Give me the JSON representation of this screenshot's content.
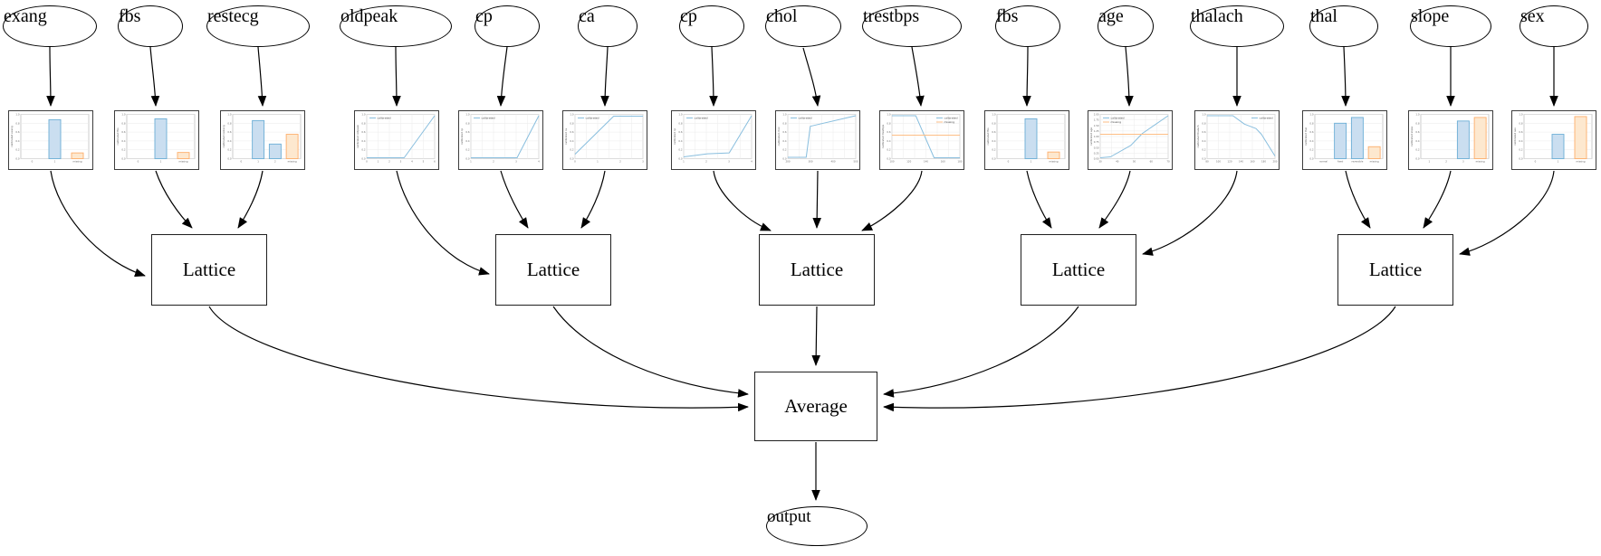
{
  "diagram": {
    "inputs": [
      {
        "label": "exang"
      },
      {
        "label": "fbs"
      },
      {
        "label": "restecg"
      },
      {
        "label": "oldpeak"
      },
      {
        "label": "cp"
      },
      {
        "label": "ca"
      },
      {
        "label": "cp"
      },
      {
        "label": "chol"
      },
      {
        "label": "trestbps"
      },
      {
        "label": "fbs"
      },
      {
        "label": "age"
      },
      {
        "label": "thalach"
      },
      {
        "label": "thal"
      },
      {
        "label": "slope"
      },
      {
        "label": "sex"
      }
    ],
    "lattices": [
      {
        "label": "Lattice"
      },
      {
        "label": "Lattice"
      },
      {
        "label": "Lattice"
      },
      {
        "label": "Lattice"
      },
      {
        "label": "Lattice"
      }
    ],
    "average": {
      "label": "Average"
    },
    "output": {
      "label": "output"
    },
    "colors": {
      "blue_edge": "#6baed6",
      "blue_fill": "#cadef0",
      "orange_edge": "#fdae6b",
      "orange_fill": "#fde8cf",
      "line_blue": "#88bede",
      "line_orange": "#fdbe85",
      "grid": "#ebebeb",
      "frame": "#aaaaaa",
      "tick_text": "#666666",
      "arrow": "#000000"
    }
  },
  "chart_data": [
    {
      "type": "bar",
      "feature": "exang",
      "ylabel": "calibrated exang",
      "yticks": [
        "1.0",
        "0.8",
        "0.6",
        "0.4",
        "0.2",
        "0.0"
      ],
      "xticks": [
        "0",
        "1",
        "missing"
      ],
      "legend": [],
      "legend_pos": "tl",
      "bars": [
        {
          "slot": 1,
          "h": 0.88,
          "c": "blue"
        },
        {
          "slot": 2,
          "h": 0.13,
          "c": "orange"
        }
      ]
    },
    {
      "type": "bar",
      "feature": "fbs",
      "ylabel": "calibrated fbs",
      "yticks": [
        "1.0",
        "0.8",
        "0.6",
        "0.4",
        "0.2",
        "0.0"
      ],
      "xticks": [
        "0",
        "1",
        "missing"
      ],
      "legend": [],
      "legend_pos": "tl",
      "bars": [
        {
          "slot": 1,
          "h": 0.9,
          "c": "blue"
        },
        {
          "slot": 2,
          "h": 0.14,
          "c": "orange"
        }
      ]
    },
    {
      "type": "bar",
      "feature": "restecg",
      "ylabel": "calibrated restecg",
      "yticks": [
        "1.0",
        "0.8",
        "0.6",
        "0.4",
        "0.2",
        "0.0"
      ],
      "xticks": [
        "0",
        "1",
        "2",
        "missing"
      ],
      "legend": [],
      "legend_pos": "tl",
      "bars": [
        {
          "slot": 1,
          "h": 0.86,
          "c": "blue"
        },
        {
          "slot": 2,
          "h": 0.33,
          "c": "blue"
        },
        {
          "slot": 3,
          "h": 0.55,
          "c": "orange"
        }
      ]
    },
    {
      "type": "line",
      "feature": "oldpeak",
      "ylabel": "calibrated oldpeak",
      "yticks": [
        "1.0",
        "0.8",
        "0.6",
        "0.4",
        "0.2",
        "0.0"
      ],
      "xticks": [
        "0",
        "1",
        "2",
        "3",
        "4",
        "5",
        "6"
      ],
      "legend": [
        "calibrated"
      ],
      "legend_pos": "tl",
      "series": [
        {
          "c": "line_blue",
          "pts": [
            [
              0,
              0.02
            ],
            [
              0.55,
              0.02
            ],
            [
              1,
              0.97
            ]
          ]
        }
      ]
    },
    {
      "type": "line",
      "feature": "cp",
      "ylabel": "calibrated cp",
      "yticks": [
        "1.0",
        "0.8",
        "0.6",
        "0.4",
        "0.2",
        "0.0"
      ],
      "xticks": [
        "1",
        "2",
        "3",
        "4"
      ],
      "legend": [
        "calibrated"
      ],
      "legend_pos": "tl",
      "series": [
        {
          "c": "line_blue",
          "pts": [
            [
              0,
              0.02
            ],
            [
              0.68,
              0.02
            ],
            [
              1,
              0.97
            ]
          ]
        }
      ]
    },
    {
      "type": "line",
      "feature": "ca",
      "ylabel": "calibrated ca",
      "yticks": [
        "1.0",
        "0.8",
        "0.6",
        "0.4",
        "0.2",
        "0.0"
      ],
      "xticks": [
        "0",
        "1",
        "2",
        "3"
      ],
      "legend": [
        "calibrated"
      ],
      "legend_pos": "tl",
      "series": [
        {
          "c": "line_blue",
          "pts": [
            [
              0,
              0.1
            ],
            [
              0.57,
              0.96
            ],
            [
              1,
              0.96
            ]
          ]
        }
      ]
    },
    {
      "type": "line",
      "feature": "cp",
      "ylabel": "calibrated cp",
      "yticks": [
        "1.0",
        "0.8",
        "0.6",
        "0.4",
        "0.2",
        "0.0"
      ],
      "xticks": [
        "1",
        "2",
        "3",
        "4"
      ],
      "legend": [
        "calibrated"
      ],
      "legend_pos": "tl",
      "series": [
        {
          "c": "line_blue",
          "pts": [
            [
              0,
              0.04
            ],
            [
              0.35,
              0.11
            ],
            [
              0.67,
              0.13
            ],
            [
              1,
              0.97
            ]
          ]
        }
      ]
    },
    {
      "type": "line",
      "feature": "chol",
      "ylabel": "calibrated chol",
      "yticks": [
        "1.0",
        "0.8",
        "0.6",
        "0.4",
        "0.2",
        "0.0"
      ],
      "xticks": [
        "200",
        "300",
        "400",
        "500"
      ],
      "legend": [
        "calibrated"
      ],
      "legend_pos": "tl",
      "series": [
        {
          "c": "line_blue",
          "pts": [
            [
              0,
              0.03
            ],
            [
              0.27,
              0.03
            ],
            [
              0.33,
              0.73
            ],
            [
              1,
              0.97
            ]
          ]
        }
      ]
    },
    {
      "type": "line",
      "feature": "trestbps",
      "ylabel": "calibrated trestbps",
      "yticks": [
        "1.0",
        "0.8",
        "0.6",
        "0.4",
        "0.2",
        "0.0"
      ],
      "xticks": [
        "100",
        "120",
        "140",
        "160",
        "180"
      ],
      "legend": [
        "calibrated",
        "missing"
      ],
      "legend_pos": "tr",
      "series": [
        {
          "c": "line_blue",
          "pts": [
            [
              0,
              0.97
            ],
            [
              0.35,
              0.97
            ],
            [
              0.62,
              0.02
            ],
            [
              1,
              0.02
            ]
          ]
        },
        {
          "c": "line_orange",
          "pts": [
            [
              0,
              0.53
            ],
            [
              1,
              0.53
            ]
          ]
        }
      ]
    },
    {
      "type": "bar",
      "feature": "fbs",
      "ylabel": "calibrated fbs",
      "yticks": [
        "1.0",
        "0.8",
        "0.6",
        "0.4",
        "0.2",
        "0.0"
      ],
      "xticks": [
        "0",
        "1",
        "missing"
      ],
      "legend": [],
      "legend_pos": "tl",
      "bars": [
        {
          "slot": 1,
          "h": 0.9,
          "c": "blue"
        },
        {
          "slot": 2,
          "h": 0.15,
          "c": "orange"
        }
      ]
    },
    {
      "type": "line",
      "feature": "age",
      "ylabel": "calibrated age",
      "yticks": [
        "2.00",
        "1.75",
        "1.50",
        "1.25",
        "1.00",
        "0.75",
        "0.50",
        "0.25",
        "0.00"
      ],
      "xticks": [
        "30",
        "40",
        "50",
        "60",
        "70"
      ],
      "legend": [
        "calibrated",
        "missing"
      ],
      "legend_pos": "tl",
      "series": [
        {
          "c": "line_blue",
          "pts": [
            [
              0,
              0.02
            ],
            [
              0.15,
              0.04
            ],
            [
              0.45,
              0.3
            ],
            [
              0.62,
              0.57
            ],
            [
              1,
              0.97
            ]
          ]
        },
        {
          "c": "line_orange",
          "pts": [
            [
              0,
              0.55
            ],
            [
              1,
              0.55
            ]
          ]
        }
      ]
    },
    {
      "type": "line",
      "feature": "thalach",
      "ylabel": "calibrated thalach",
      "yticks": [
        "1.0",
        "0.8",
        "0.6",
        "0.4",
        "0.2",
        "0.0"
      ],
      "xticks": [
        "80",
        "100",
        "120",
        "140",
        "160",
        "180",
        "200"
      ],
      "legend": [
        "calibrated"
      ],
      "legend_pos": "tr",
      "series": [
        {
          "c": "line_blue",
          "pts": [
            [
              0,
              0.97
            ],
            [
              0.38,
              0.97
            ],
            [
              0.55,
              0.78
            ],
            [
              0.72,
              0.68
            ],
            [
              0.8,
              0.55
            ],
            [
              1,
              0.06
            ]
          ]
        }
      ]
    },
    {
      "type": "bar",
      "feature": "thal",
      "ylabel": "calibrated thal",
      "yticks": [
        "1.0",
        "0.8",
        "0.6",
        "0.4",
        "0.2",
        "0.0"
      ],
      "xticks": [
        "normal",
        "fixed",
        "reversible",
        "missing"
      ],
      "legend": [],
      "legend_pos": "tl",
      "bars": [
        {
          "slot": 1,
          "h": 0.8,
          "c": "blue"
        },
        {
          "slot": 2,
          "h": 0.93,
          "c": "blue"
        },
        {
          "slot": 3,
          "h": 0.27,
          "c": "orange"
        }
      ]
    },
    {
      "type": "bar",
      "feature": "slope",
      "ylabel": "calibrated slope",
      "yticks": [
        "1.0",
        "0.8",
        "0.6",
        "0.4",
        "0.2",
        "0.0"
      ],
      "xticks": [
        "1",
        "2",
        "3",
        "missing"
      ],
      "legend": [],
      "legend_pos": "tl",
      "bars": [
        {
          "slot": 2,
          "h": 0.85,
          "c": "blue"
        },
        {
          "slot": 3,
          "h": 0.93,
          "c": "orange"
        }
      ]
    },
    {
      "type": "bar",
      "feature": "sex",
      "ylabel": "calibrated sex",
      "yticks": [
        "1.0",
        "0.8",
        "0.6",
        "0.4",
        "0.2",
        "0.0"
      ],
      "xticks": [
        "0",
        "1",
        "missing"
      ],
      "legend": [],
      "legend_pos": "tl",
      "bars": [
        {
          "slot": 1,
          "h": 0.55,
          "c": "blue"
        },
        {
          "slot": 2,
          "h": 0.95,
          "c": "orange"
        }
      ]
    }
  ]
}
